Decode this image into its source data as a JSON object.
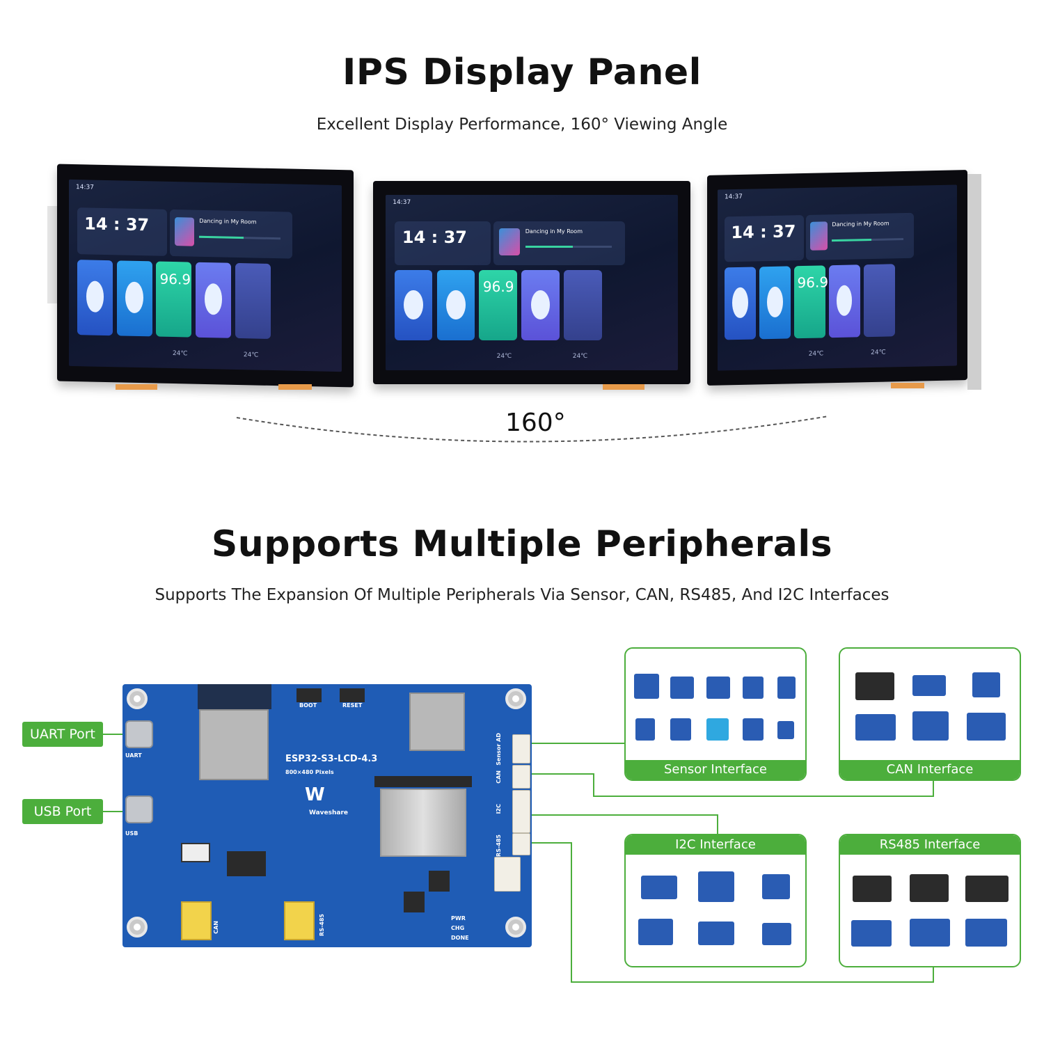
{
  "section1": {
    "title": "IPS Display Panel",
    "subtitle": "Excellent Display Performance, 160° Viewing Angle",
    "angle_label": "160°"
  },
  "screen_ui": {
    "status_time": "14:37",
    "clock": "14 : 37",
    "song_title": "Dancing in My Room",
    "radio": "96.9",
    "temp": "24℃"
  },
  "section2": {
    "title": "Supports Multiple Peripherals",
    "subtitle": "Supports The Expansion Of Multiple Peripherals Via Sensor, CAN, RS485, And I2C Interfaces"
  },
  "board": {
    "model": "ESP32-S3-LCD-4.3",
    "resolution": "800×480 Pixels",
    "brand": "Waveshare",
    "boot": "BOOT",
    "reset": "RESET",
    "uart": "UART",
    "usb": "USB",
    "can": "CAN",
    "rs485": "RS-485",
    "pwr": "PWR",
    "chg": "CHG",
    "done": "DONE",
    "sensor_ad": "Sensor AD",
    "i2c": "I2C"
  },
  "ports": {
    "uart_label": "UART Port",
    "usb_label": "USB Port"
  },
  "interfaces": {
    "sensor": "Sensor Interface",
    "can": "CAN Interface",
    "i2c": "I2C Interface",
    "rs485": "RS485 Interface"
  },
  "colors": {
    "accent_green": "#4cae3c",
    "board_blue": "#1f5cb5"
  }
}
